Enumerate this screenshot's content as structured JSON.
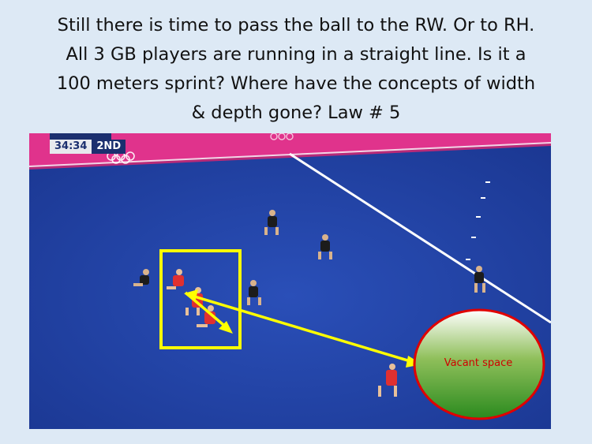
{
  "slide": {
    "title_lines": [
      "Still there is time to pass the ball to the RW. Or to RH.",
      "All 3 GB players are running in a straight line. Is it a",
      "100 meters sprint? Where have the concepts of width",
      "& depth gone? Law # 5"
    ]
  },
  "scoreboard": {
    "clock": "34:34",
    "period": "2ND"
  },
  "annotation": {
    "vacant_space_label": "Vacant space"
  },
  "colors": {
    "background": "#dde9f5",
    "pitch": "#1f3fa0",
    "highlight_box": "#ffff00",
    "arrow": "#ffff00",
    "vacant_label": "#d00000",
    "ellipse_border": "#e00000"
  },
  "icons": [
    "olympic-rings-icon"
  ]
}
